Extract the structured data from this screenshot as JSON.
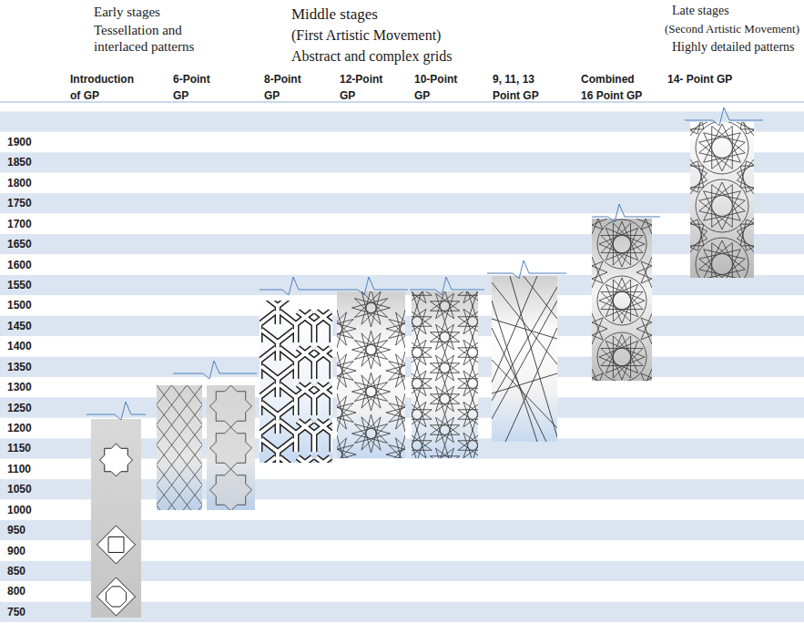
{
  "diagram": {
    "labels": [
      "Early stages",
      "Tessellation and interlaced patterns",
      "Middle stages",
      "(First Artistic Movement)",
      "Abstract and complex grids",
      "Late stages",
      "(Second Artistic Movement)",
      "Highly detailed patterns",
      "Introduction of GP",
      "6-Point GP",
      "8-Point GP",
      "12-Point GP",
      "10-Point GP",
      "9, 11, 13 Point GP",
      "Combined 16 Point GP",
      "14- Point GP",
      "1900",
      "1850",
      "1800",
      "1750",
      "1700",
      "1650",
      "1600",
      "1550",
      "1500",
      "1450",
      "1400",
      "1350",
      "1300",
      "1250",
      "1200",
      "1150",
      "1100",
      "1050",
      "1000",
      "950",
      "900",
      "850",
      "800",
      "750"
    ]
  }
}
